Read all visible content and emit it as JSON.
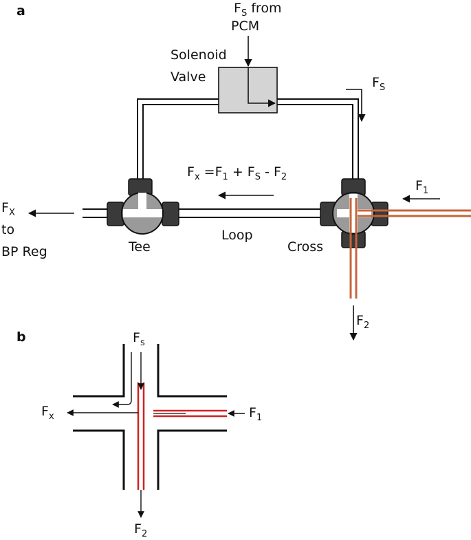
{
  "panel_a": {
    "letter": "a",
    "fs_from": {
      "main": "F",
      "sub": "S",
      "rest": " from"
    },
    "pcm": "PCM",
    "solenoid_line1": "Solenoid",
    "solenoid_line2": "Valve",
    "fs_right": {
      "main": "F",
      "sub": "S"
    },
    "equation": {
      "p1": "F",
      "s1": "x",
      "p2": " =F",
      "s2": "1",
      "p3": " + F",
      "s3": "S",
      "p4": " - F",
      "s4": "2"
    },
    "f1": {
      "main": "F",
      "sub": "1"
    },
    "fx": {
      "main": "F",
      "sub": "X"
    },
    "to": "to",
    "bp_reg": "BP Reg",
    "tee": "Tee",
    "loop": "Loop",
    "cross": "Cross",
    "f2": {
      "main": "F",
      "sub": "2"
    }
  },
  "panel_b": {
    "letter": "b",
    "fs": {
      "main": "F",
      "sub": "s"
    },
    "fx": {
      "main": "F",
      "sub": "x"
    },
    "f1": {
      "main": "F",
      "sub": "1"
    },
    "f2": {
      "main": "F",
      "sub": "2"
    }
  },
  "colors": {
    "line": "#111111",
    "fitting": "#3a3a3a",
    "valve": "#d4d4d4",
    "orange": "#c8643c",
    "red": "#d42020",
    "grey_fill": "#9a9a9a"
  }
}
